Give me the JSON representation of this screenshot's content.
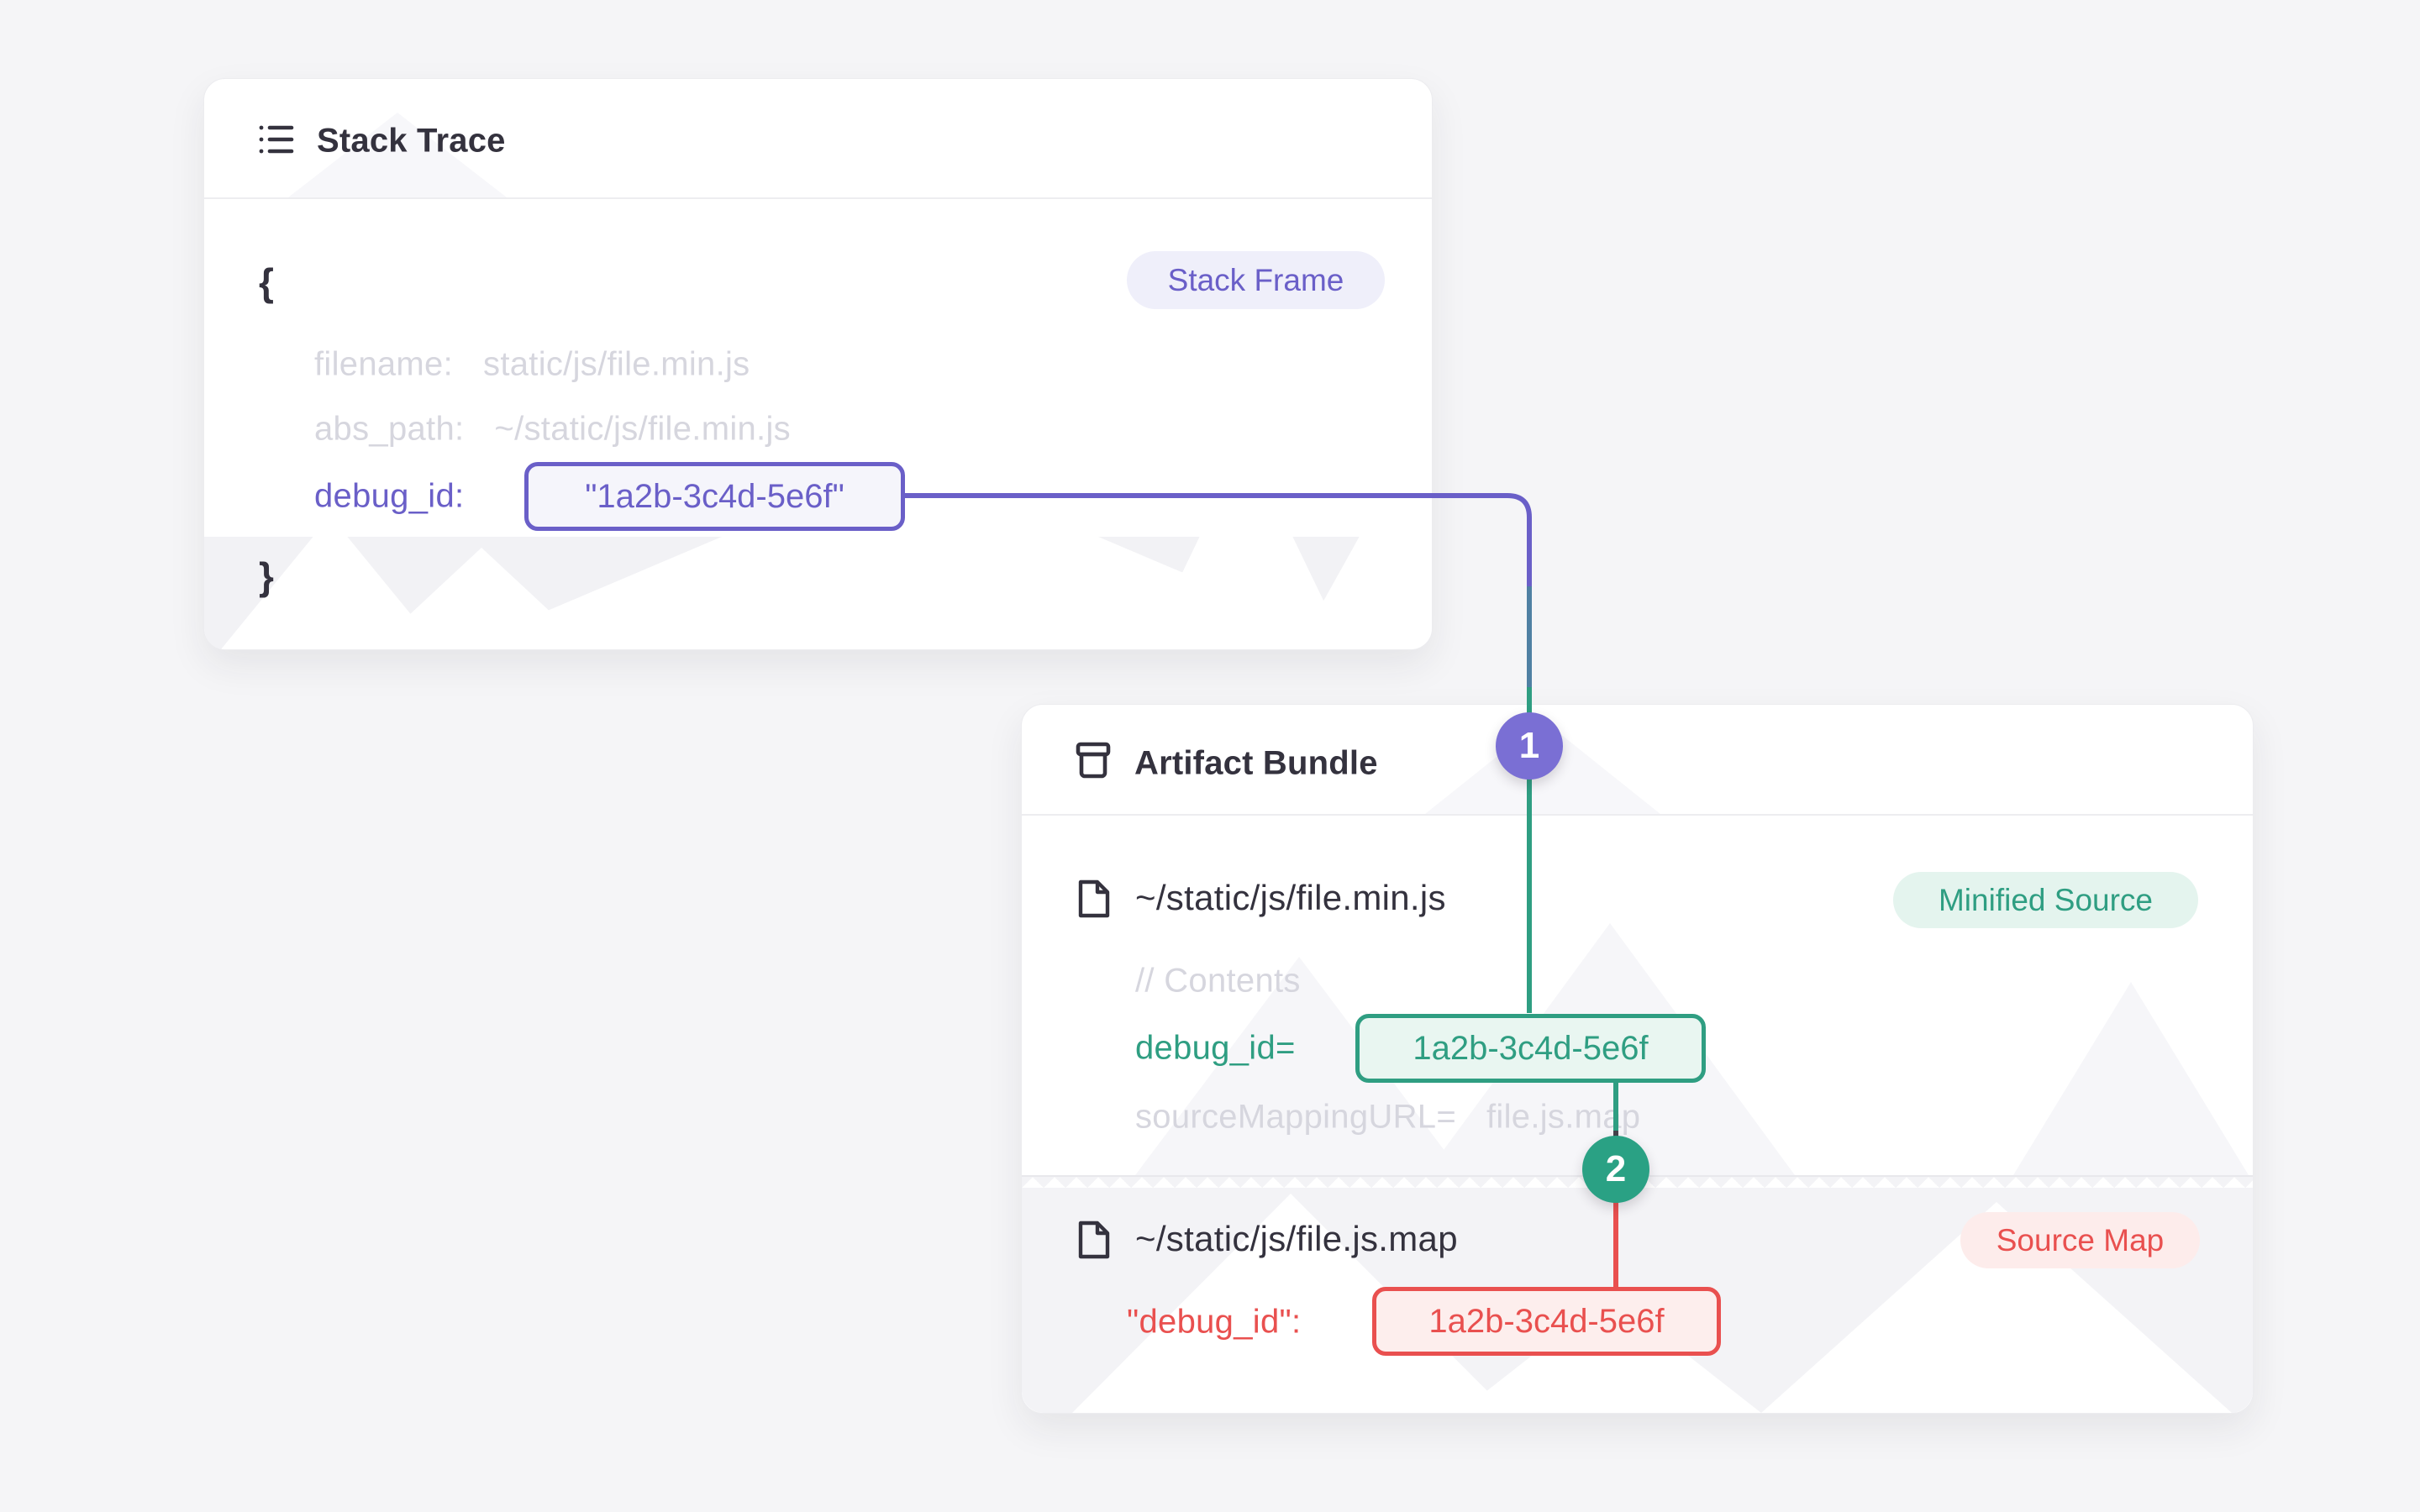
{
  "diagram": {
    "stack_trace": {
      "title": "Stack Trace",
      "badge": "Stack Frame",
      "open_brace": "{",
      "close_brace": "}",
      "rows": {
        "filename_label": "filename:",
        "filename_value": "static/js/file.min.js",
        "abs_path_label": "abs_path:",
        "abs_path_value": "~/static/js/file.min.js",
        "debug_id_label": "debug_id:",
        "debug_id_value": "\"1a2b-3c4d-5e6f\""
      }
    },
    "artifact_bundle": {
      "title": "Artifact Bundle",
      "minified_source": {
        "path": "~/static/js/file.min.js",
        "badge": "Minified Source",
        "comment": "// Contents",
        "debug_id_label": "debug_id=",
        "debug_id_value": "1a2b-3c4d-5e6f",
        "source_mapping_label": "sourceMappingURL=",
        "source_mapping_value": "file.js.map"
      },
      "source_map": {
        "path": "~/static/js/file.js.map",
        "badge": "Source Map",
        "debug_id_label": "\"debug_id\":",
        "debug_id_value": "1a2b-3c4d-5e6f"
      }
    },
    "connectors": {
      "step_1": "1",
      "step_2": "2"
    },
    "colors": {
      "purple": "#6A5FC8",
      "teal": "#2F9E82",
      "red": "#E9504F",
      "dark_text": "#34323E",
      "muted_text": "#D6D6DE",
      "page_bg": "#F5F5F7"
    }
  }
}
